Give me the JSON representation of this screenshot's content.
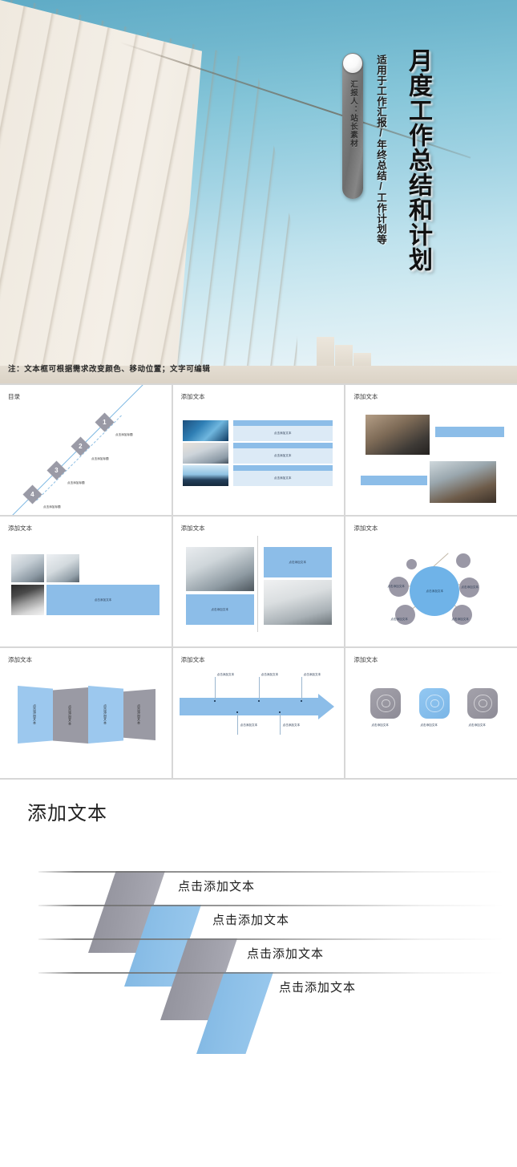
{
  "hero": {
    "title": "月度工作总结和计划",
    "subtitle": "适用于工作汇报/年终总结/工作计划等",
    "presenter": "汇报人：站长素材",
    "note": "注：文本框可根据需求改变颜色、移动位置；文字可编辑",
    "colors": {
      "sky_top": "#5fabc6",
      "sky_bottom": "#eef7fa",
      "building": "#efe9e0",
      "pill": "#7d7d7d"
    }
  },
  "slides": [
    {
      "id": "catalog",
      "title": "目录",
      "items": [
        {
          "number": "1",
          "label": "点击添加标题"
        },
        {
          "number": "2",
          "label": "点击添加标题"
        },
        {
          "number": "3",
          "label": "点击添加标题"
        },
        {
          "number": "4",
          "label": "点击添加标题"
        }
      ]
    },
    {
      "id": "three-photo-rows",
      "title": "添加文本",
      "rows": [
        {
          "label": "点击添加文本"
        },
        {
          "label": "点击添加文本"
        },
        {
          "label": "点击添加文本"
        }
      ]
    },
    {
      "id": "zigzag-photos",
      "title": "添加文本",
      "bars": [
        "",
        ""
      ]
    },
    {
      "id": "photo-collage-bar",
      "title": "添加文本",
      "bar_label": "点击添加文本"
    },
    {
      "id": "two-column-photos",
      "title": "添加文本",
      "boxes": [
        {
          "label": "点击添加文本"
        },
        {
          "label": "点击添加文本"
        }
      ]
    },
    {
      "id": "hub-and-spoke",
      "title": "添加文本",
      "center": "点击添加文本",
      "satellites": [
        "点击添加文本",
        "点击添加文本",
        "点击添加文本",
        "点击添加文本"
      ]
    },
    {
      "id": "accordion-panels",
      "title": "添加文本",
      "panels": [
        {
          "label": "点击添加文本",
          "color": "blue"
        },
        {
          "label": "点击添加文本",
          "color": "gray"
        },
        {
          "label": "点击添加文本",
          "color": "blue"
        },
        {
          "label": "点击添加文本",
          "color": "gray"
        }
      ]
    },
    {
      "id": "arrow-timeline",
      "title": "添加文本",
      "above": [
        "点击添加文本",
        "点击添加文本",
        "点击添加文本"
      ],
      "below": [
        "点击添加文本",
        "点击添加文本"
      ]
    },
    {
      "id": "app-icons",
      "title": "添加文本",
      "icons": [
        {
          "label": "点击添加文本",
          "color": "gray"
        },
        {
          "label": "点击添加文本",
          "color": "blue"
        },
        {
          "label": "点击添加文本",
          "color": "gray"
        }
      ]
    }
  ],
  "bottom": {
    "title": "添加文本",
    "rows": [
      {
        "label": "点击添加文本"
      },
      {
        "label": "点击添加文本"
      },
      {
        "label": "点击添加文本"
      },
      {
        "label": "点击添加文本"
      }
    ],
    "colors": {
      "gray": "#9a9aa4",
      "blue": "#8dc0e8"
    }
  }
}
